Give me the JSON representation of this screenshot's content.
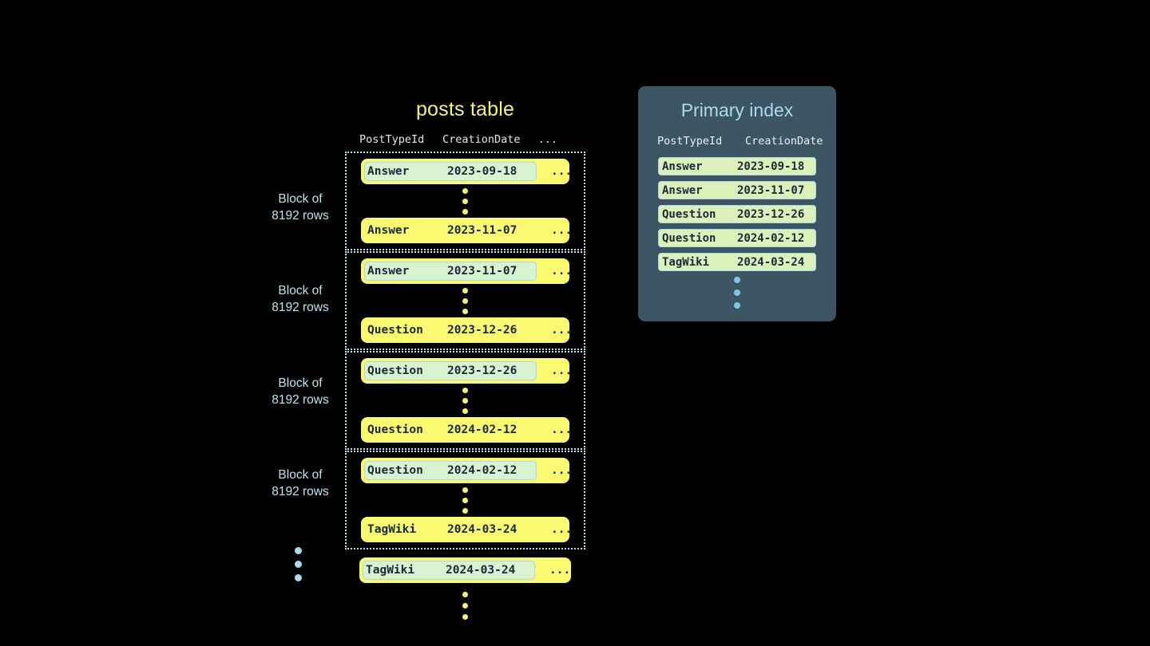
{
  "posts_table": {
    "title": "posts table",
    "columns": [
      "PostTypeId",
      "CreationDate",
      "..."
    ],
    "row_trailing": "...",
    "blocks": [
      {
        "label_line1": "Block of",
        "label_line2": "8192 rows",
        "first_row": {
          "post_type_id": "Answer",
          "creation_date": "2023-09-18",
          "highlighted": true
        },
        "last_row": {
          "post_type_id": "Answer",
          "creation_date": "2023-11-07",
          "highlighted": false
        }
      },
      {
        "label_line1": "Block of",
        "label_line2": "8192 rows",
        "first_row": {
          "post_type_id": "Answer",
          "creation_date": "2023-11-07",
          "highlighted": true
        },
        "last_row": {
          "post_type_id": "Question",
          "creation_date": "2023-12-26",
          "highlighted": false
        }
      },
      {
        "label_line1": "Block of",
        "label_line2": "8192 rows",
        "first_row": {
          "post_type_id": "Question",
          "creation_date": "2023-12-26",
          "highlighted": true
        },
        "last_row": {
          "post_type_id": "Question",
          "creation_date": "2024-02-12",
          "highlighted": false
        }
      },
      {
        "label_line1": "Block of",
        "label_line2": "8192 rows",
        "first_row": {
          "post_type_id": "Question",
          "creation_date": "2024-02-12",
          "highlighted": true
        },
        "last_row": {
          "post_type_id": "TagWiki",
          "creation_date": "2024-03-24",
          "highlighted": false
        }
      }
    ],
    "tail_row": {
      "post_type_id": "TagWiki",
      "creation_date": "2024-03-24",
      "highlighted": true
    }
  },
  "primary_index": {
    "title": "Primary index",
    "columns": [
      "PostTypeId",
      "CreationDate"
    ],
    "rows": [
      {
        "post_type_id": "Answer",
        "creation_date": "2023-09-18"
      },
      {
        "post_type_id": "Answer",
        "creation_date": "2023-11-07"
      },
      {
        "post_type_id": "Question",
        "creation_date": "2023-12-26"
      },
      {
        "post_type_id": "Question",
        "creation_date": "2024-02-12"
      },
      {
        "post_type_id": "TagWiki",
        "creation_date": "2024-03-24"
      }
    ]
  },
  "colors": {
    "background": "#000000",
    "row_yellow": "#f9f871",
    "highlight_green": "#d9f2d0",
    "highlight_border": "#a9d8e8",
    "dotted_border": "#bfe4ef",
    "label_blue": "#bfe4ef",
    "panel_bg": "#3b5563",
    "panel_title": "#a9dbee",
    "index_row_bg": "#dcf0b9",
    "title_yellow": "#f5f57a",
    "text_dark": "#1b2a3a",
    "blue_dot": "#aadcf0",
    "yellow_dot": "#f9f871"
  }
}
